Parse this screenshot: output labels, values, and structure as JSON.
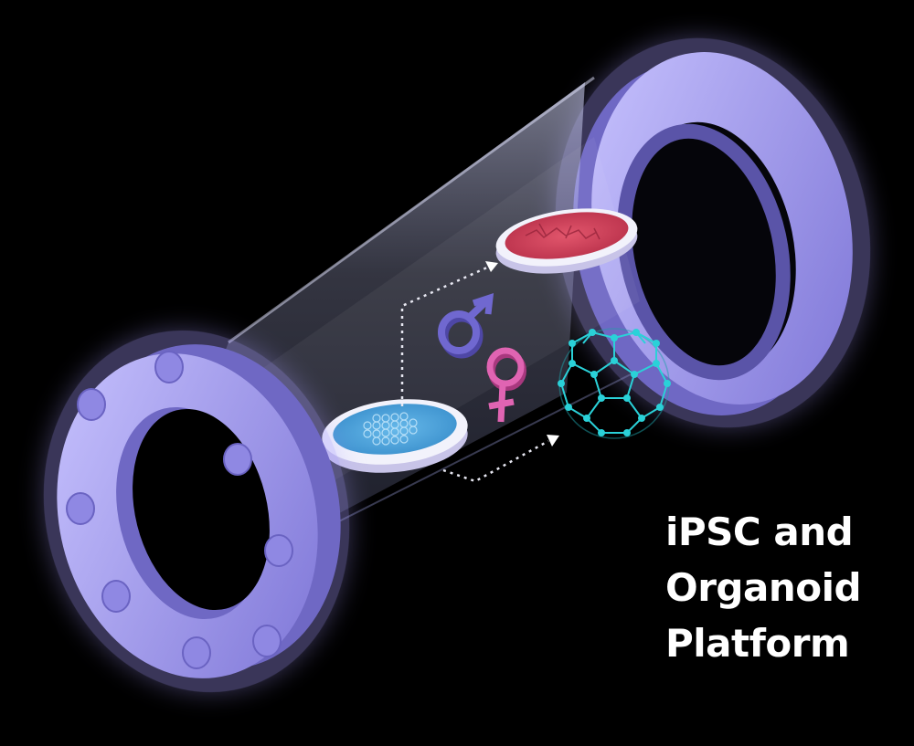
{
  "title_lines": [
    "iPSC and",
    "Organoid",
    "Platform"
  ],
  "colors": {
    "background": "#000000",
    "flange_light": "#b9b3f5",
    "flange_dark": "#6f68c4",
    "flange_glow": "#a79cff",
    "tube_glass": "#cfd2ff",
    "dish_red": "#d0405a",
    "dish_blue": "#4aa8e0",
    "male_symbol": "#6b63c9",
    "female_symbol": "#d85aa8",
    "buckyball_node": "#2ad1d8",
    "title_text": "#ffffff"
  },
  "icons": [
    "pipe-flange-left",
    "pipe-flange-right",
    "glass-tube",
    "red-tissue-dish",
    "blue-cell-dish",
    "male-symbol-icon",
    "female-symbol-icon",
    "organoid-buckyball-icon",
    "dotted-arrow-up",
    "dotted-arrow-right"
  ]
}
